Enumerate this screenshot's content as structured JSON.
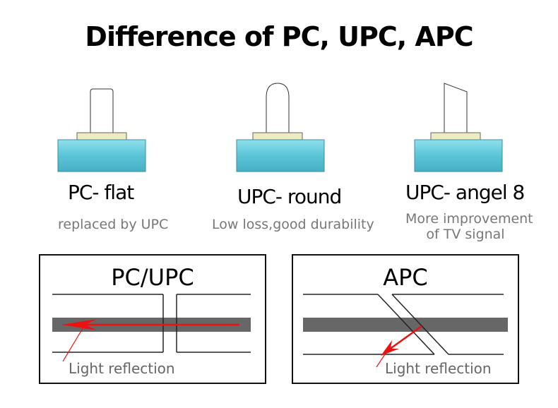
{
  "title": "Difference of PC, UPC, APC",
  "connectors": [
    {
      "label": "PC- flat",
      "sub_line1": "replaced by UPC",
      "sub_line2": ""
    },
    {
      "label": "UPC- round",
      "sub_line1": "Low loss,good durability",
      "sub_line2": ""
    },
    {
      "label": "UPC- angel 8",
      "sub_line1": "More improvement",
      "sub_line2": "of TV signal"
    }
  ],
  "panels": {
    "pc_upc": {
      "title": "PC/UPC",
      "reflection_label": "Light reflection"
    },
    "apc": {
      "title": "APC",
      "reflection_label": "Light reflection"
    }
  },
  "colors": {
    "ferrule_body": "#5bc5d8",
    "collar": "#ecebc2",
    "core": "#676767",
    "reflection": "#ee1111"
  }
}
